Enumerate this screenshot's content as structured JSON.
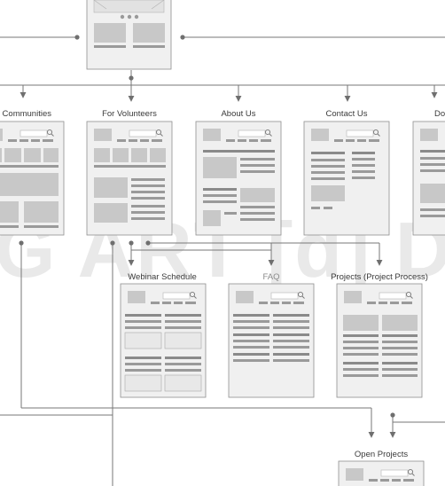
{
  "nodes": {
    "home": {
      "label": ""
    },
    "communities": {
      "label": "r Communities"
    },
    "volunteers": {
      "label": "For Volunteers"
    },
    "about": {
      "label": "About Us"
    },
    "contact": {
      "label": "Contact Us"
    },
    "donate": {
      "label": "Do"
    },
    "webinar": {
      "label": "Webinar Schedule"
    },
    "faq": {
      "label": "FAQ"
    },
    "projects": {
      "label": "Projects (Project Process)"
    },
    "open_projects": {
      "label": "Open Projects"
    }
  },
  "watermark": {
    "text": "G ART [d] DES"
  },
  "colors": {
    "line": "#777777",
    "card_fill": "#f0f0f0",
    "card_stroke": "#8f8f8f",
    "block": "#c8c8c8",
    "bar": "#9a9a9a",
    "bar_dark": "#8a8a8a"
  }
}
